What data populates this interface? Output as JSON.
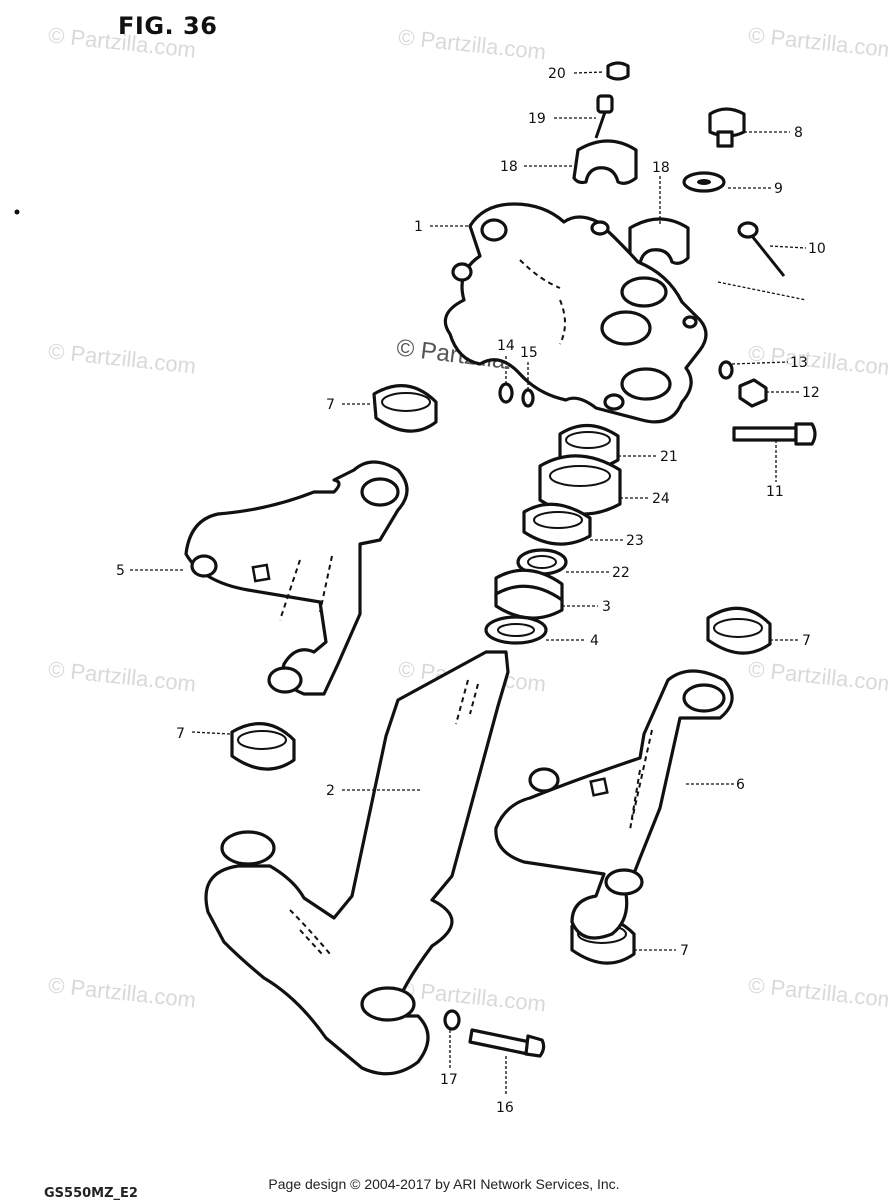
{
  "figure": {
    "title": "FIG. 36"
  },
  "watermark": {
    "text": "© Partzilla.com"
  },
  "footer": {
    "credit": "Page design © 2004-2017 by ARI Network Services, Inc.",
    "model_code": "GS550MZ_E2"
  },
  "callouts": [
    "1",
    "2",
    "3",
    "4",
    "5",
    "6",
    "7",
    "7",
    "7",
    "7",
    "8",
    "9",
    "10",
    "11",
    "12",
    "13",
    "14",
    "15",
    "16",
    "17",
    "18",
    "18",
    "19",
    "20",
    "21",
    "22",
    "23",
    "24"
  ]
}
